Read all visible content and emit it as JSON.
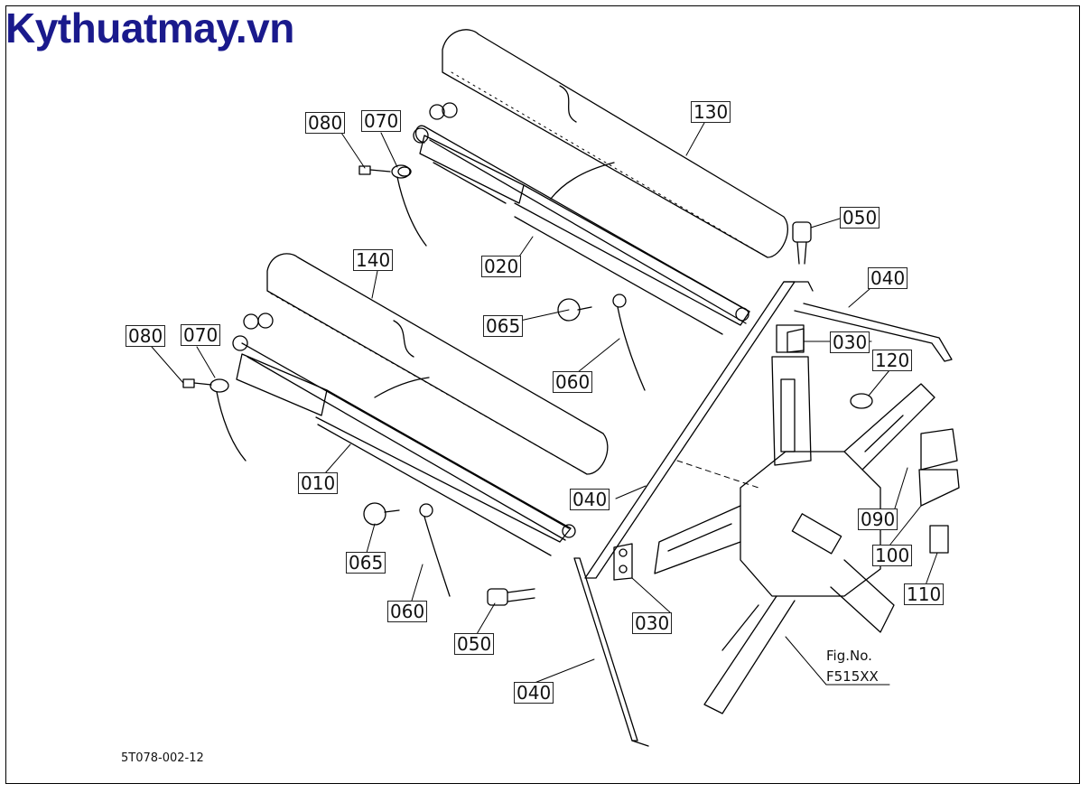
{
  "brand": "Kythuatmay.vn",
  "callouts": {
    "c130": "130",
    "c080a": "080",
    "c070a": "070",
    "c020": "020",
    "c050a": "050",
    "c040a": "040",
    "c140": "140",
    "c065a": "065",
    "c030a": "030",
    "c120": "120",
    "c080b": "080",
    "c070b": "070",
    "c060a": "060",
    "c010": "010",
    "c040b": "040",
    "c090": "090",
    "c100": "100",
    "c065b": "065",
    "c060b": "060",
    "c110": "110",
    "c030b": "030",
    "c050b": "050",
    "c040c": "040"
  },
  "figure": {
    "label": "Fig.No.",
    "number": "F515XX"
  },
  "doc_number": "5T078-002-12",
  "colors": {
    "brand": "#1a1a8c",
    "line": "#000000",
    "callout_border": "#222222"
  }
}
